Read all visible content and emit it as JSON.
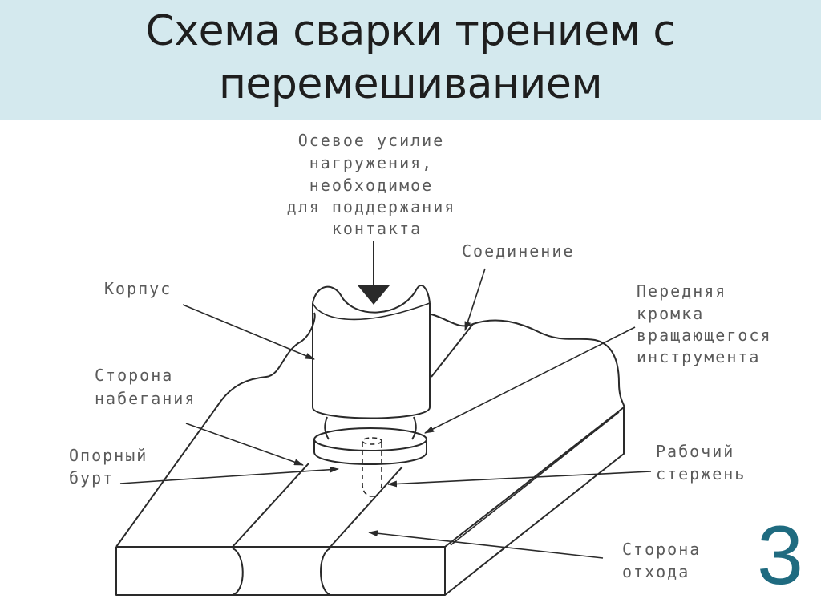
{
  "slide": {
    "title_line1": "Схема сварки трением с",
    "title_line2": "перемешиванием",
    "number": "3"
  },
  "labels": {
    "axial_force": [
      "Осевое усилие",
      "нагружения,",
      "необходимое",
      "для поддержания",
      "контакта"
    ],
    "joint": [
      "Соединение"
    ],
    "body": [
      "Корпус"
    ],
    "leading_edge": [
      "Передняя",
      "кромка",
      "вращающегося",
      "инструмента"
    ],
    "advancing_side": [
      "Сторона",
      "набегания"
    ],
    "shoulder": [
      "Опорный",
      "бурт"
    ],
    "pin": [
      "Рабочий",
      "стержень"
    ],
    "retreating_side": [
      "Сторона",
      "отхода"
    ]
  },
  "colors": {
    "header_bg": "#d4e9ee",
    "line": "#2a2a2a",
    "label_text": "#5a5a5a",
    "slide_number": "#1f6b80"
  }
}
